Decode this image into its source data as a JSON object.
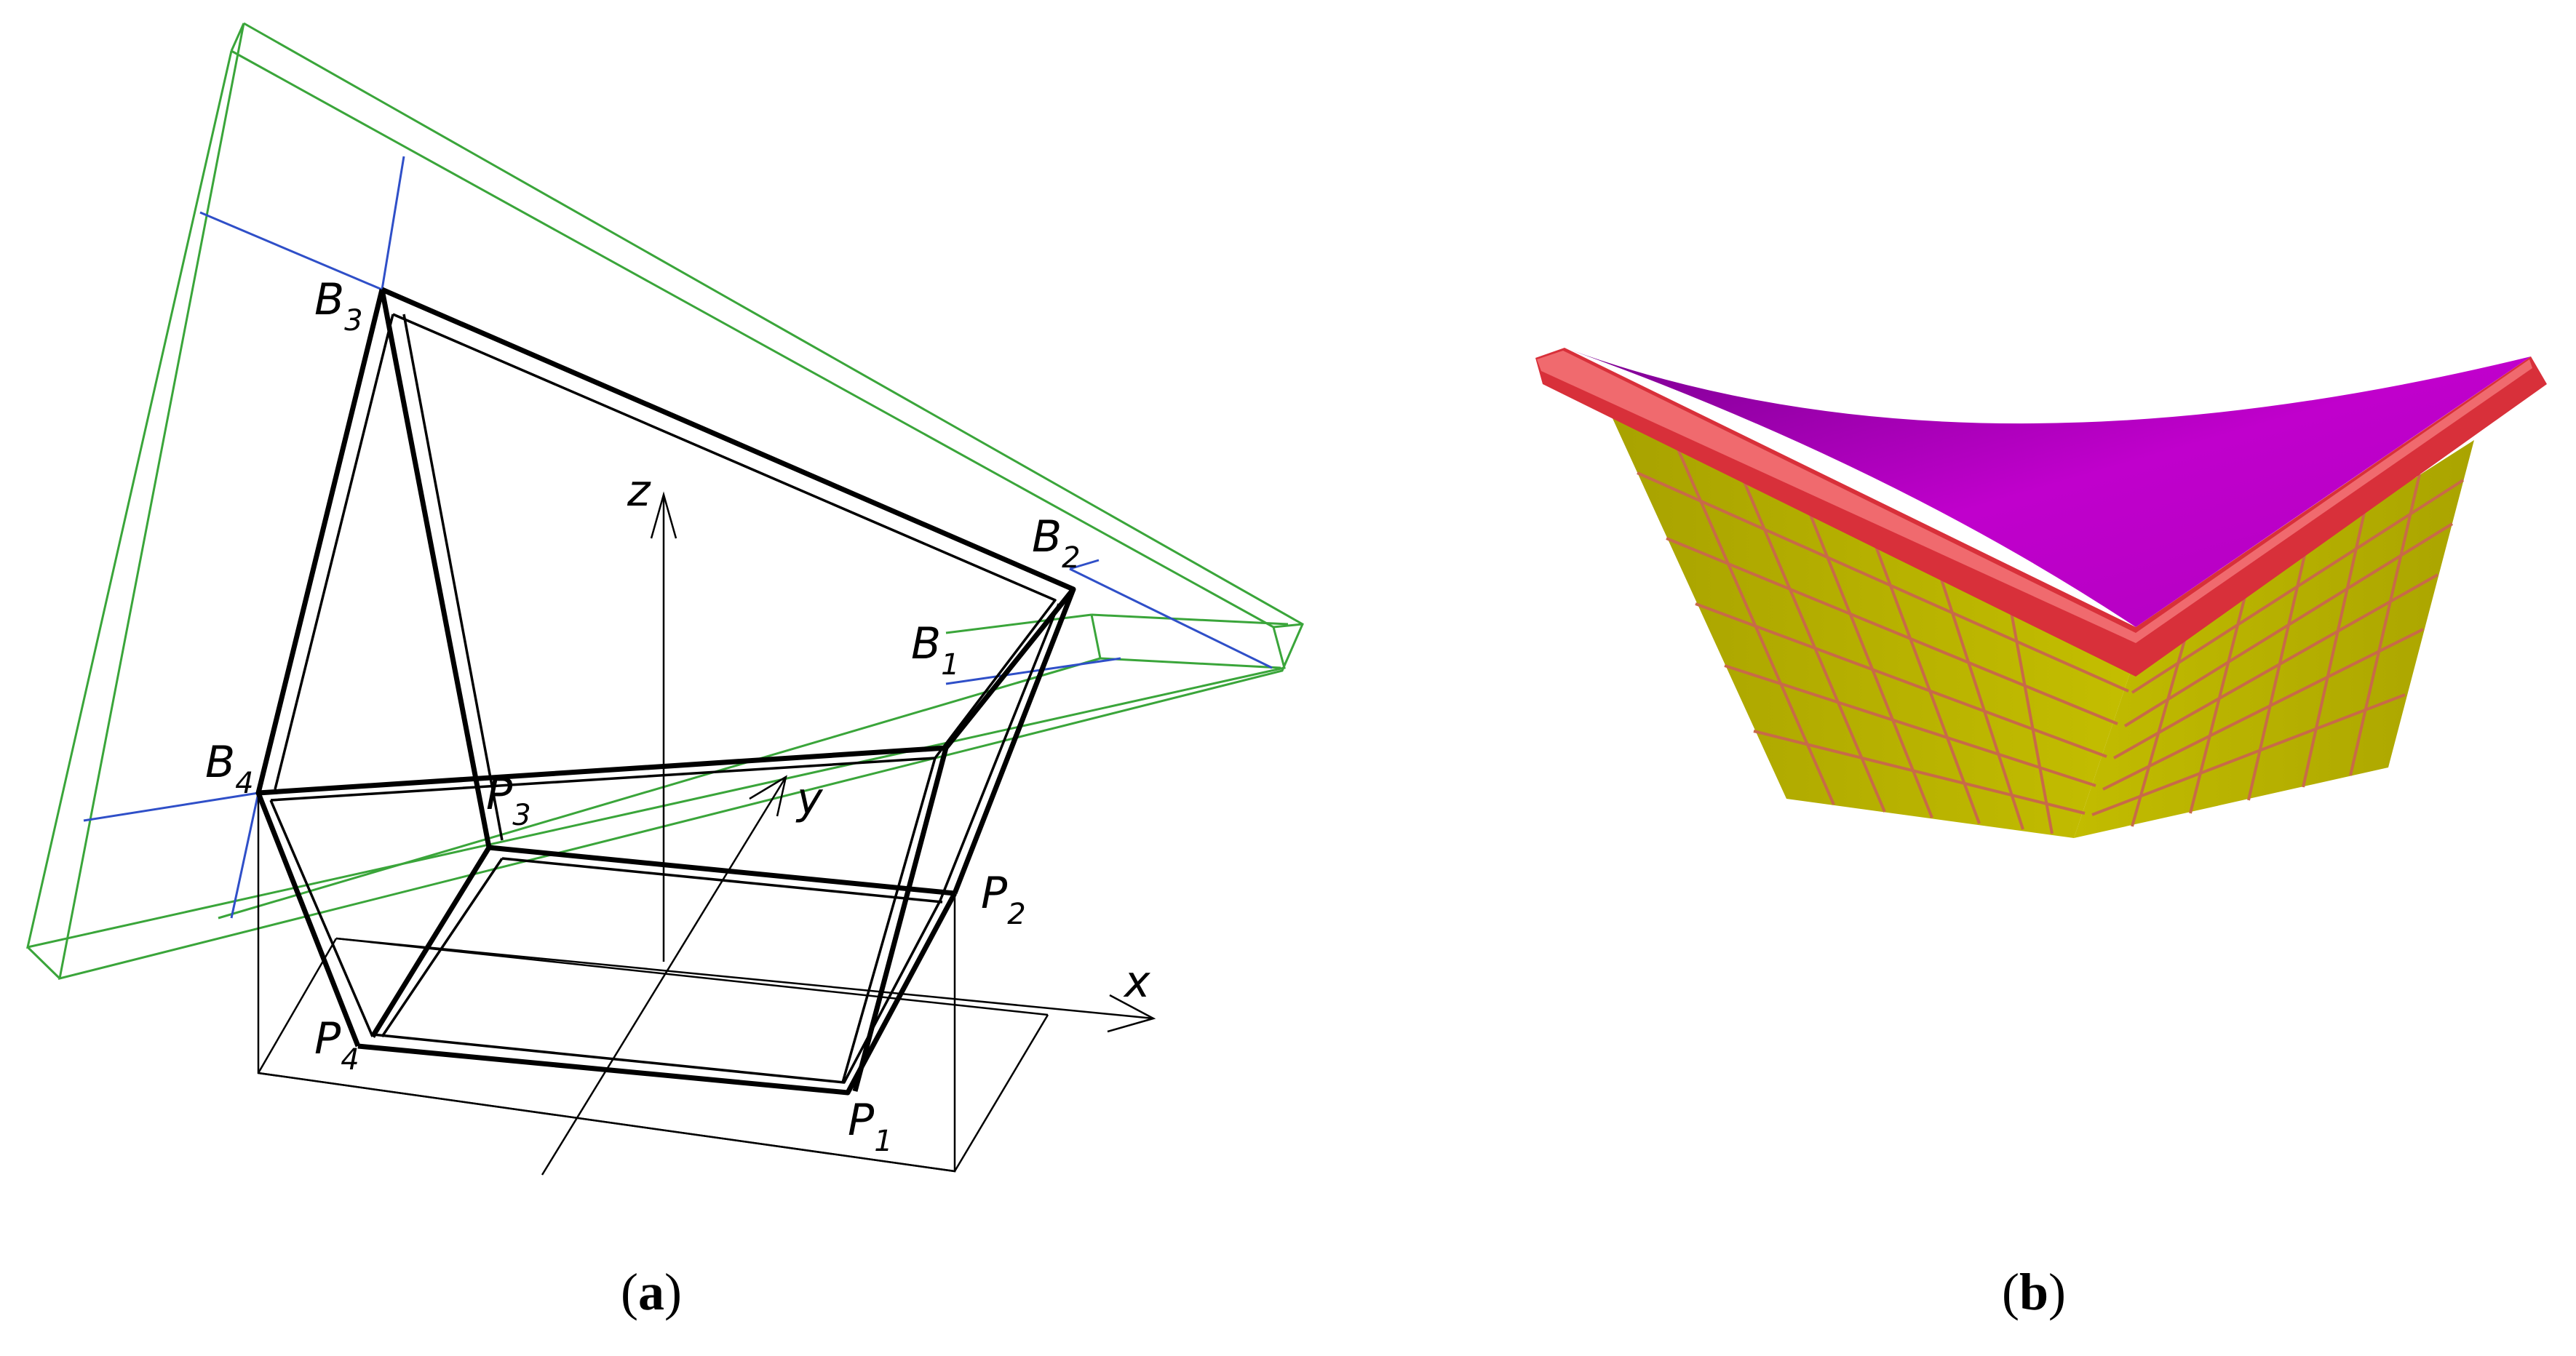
{
  "panel_a": {
    "points": {
      "B3": {
        "base": "B",
        "sub": "3"
      },
      "B2": {
        "base": "B",
        "sub": "2"
      },
      "B1": {
        "base": "B",
        "sub": "1"
      },
      "B4": {
        "base": "B",
        "sub": "4"
      },
      "P3": {
        "base": "P",
        "sub": "3"
      },
      "P2": {
        "base": "P",
        "sub": "2"
      },
      "P4": {
        "base": "P",
        "sub": "4"
      },
      "P1": {
        "base": "P",
        "sub": "1"
      }
    },
    "axes": {
      "x": "x",
      "y": "y",
      "z": "z"
    },
    "caption": {
      "open": "(",
      "letter": "a",
      "close": ")"
    }
  },
  "panel_b": {
    "caption": {
      "open": "(",
      "letter": "b",
      "close": ")"
    }
  },
  "colors": {
    "outline": "#000000",
    "green_frame": "#3aa53a",
    "blue_lines": "#2f4fc8",
    "roof_magenta": "#b400c0",
    "edge_red": "#d8303a",
    "wall_olive": "#b8b400",
    "grid_lines": "#c86a48"
  }
}
